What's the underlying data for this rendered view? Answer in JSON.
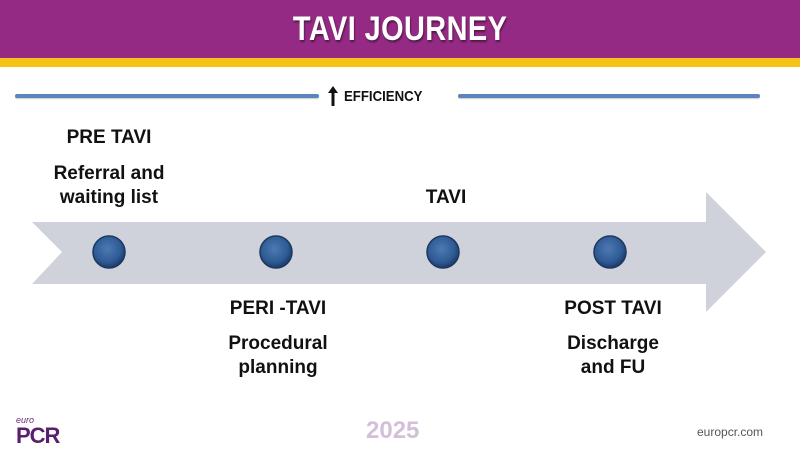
{
  "header": {
    "title": "TAVI JOURNEY",
    "color": "#952a84",
    "accent": "#f5c316"
  },
  "efficiency": {
    "label": "EFFICIENCY",
    "icon": "arrow-up-icon"
  },
  "stages": [
    {
      "title": "PRE TAVI",
      "lines": [
        "Referral and",
        "waiting list"
      ],
      "position": "above"
    },
    {
      "title": "PERI -TAVI",
      "lines": [
        "Procedural",
        "planning"
      ],
      "position": "below"
    },
    {
      "title": "TAVI",
      "lines": [],
      "position": "above"
    },
    {
      "title": "POST TAVI",
      "lines": [
        "Discharge",
        "and FU"
      ],
      "position": "below"
    }
  ],
  "footer": {
    "logo_small": "euro",
    "logo_large": "PCR",
    "year": "2025",
    "website": "europcr.com"
  }
}
